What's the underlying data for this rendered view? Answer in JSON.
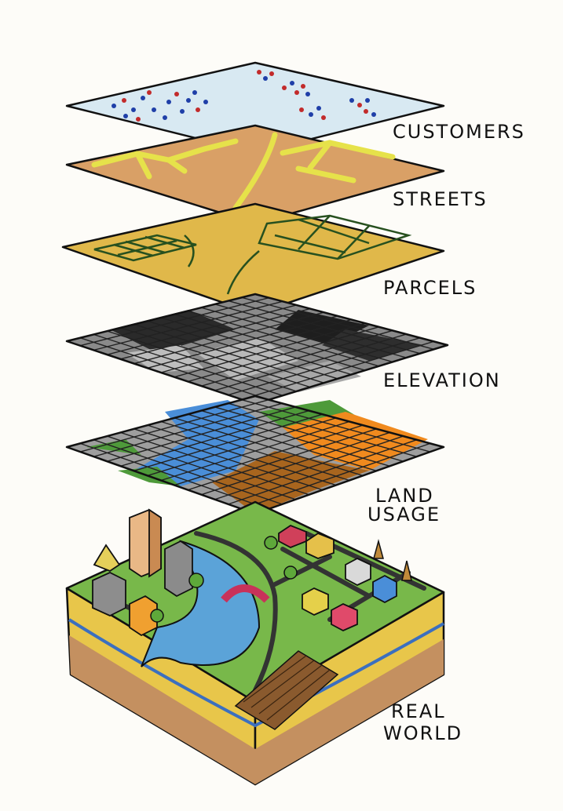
{
  "layers": [
    {
      "id": "customers",
      "label": "CUSTOMERS"
    },
    {
      "id": "streets",
      "label": "STREETS"
    },
    {
      "id": "parcels",
      "label": "PARCELS"
    },
    {
      "id": "elevation",
      "label": "ELEVATION"
    },
    {
      "id": "land_usage",
      "label_line1": "LAND",
      "label_line2": "USAGE"
    },
    {
      "id": "real_world",
      "label_line1": "REAL",
      "label_line2": "WORLD"
    }
  ],
  "colors": {
    "outline": "#111111",
    "customers_fill": "#d8e9f2",
    "customer_dot_blue": "#1f3fa8",
    "customer_dot_red": "#c22b2b",
    "streets_fill": "#d9a066",
    "street_color": "#e6e24a",
    "parcels_fill": "#e0b84a",
    "parcel_lines": "#27501f",
    "elevation_dark": "#1e1e1e",
    "elevation_mid": "#6e6e6e",
    "elevation_light": "#b9b9b9",
    "land_gray": "#9e9e9e",
    "land_blue": "#4a8ed8",
    "land_green": "#4e9a3a",
    "land_orange": "#f08a1e",
    "land_brown": "#a8651e",
    "grass": "#78b84a",
    "river": "#5ba3d8",
    "soil_yellow": "#e8c64a",
    "soil_brown": "#c49060"
  }
}
